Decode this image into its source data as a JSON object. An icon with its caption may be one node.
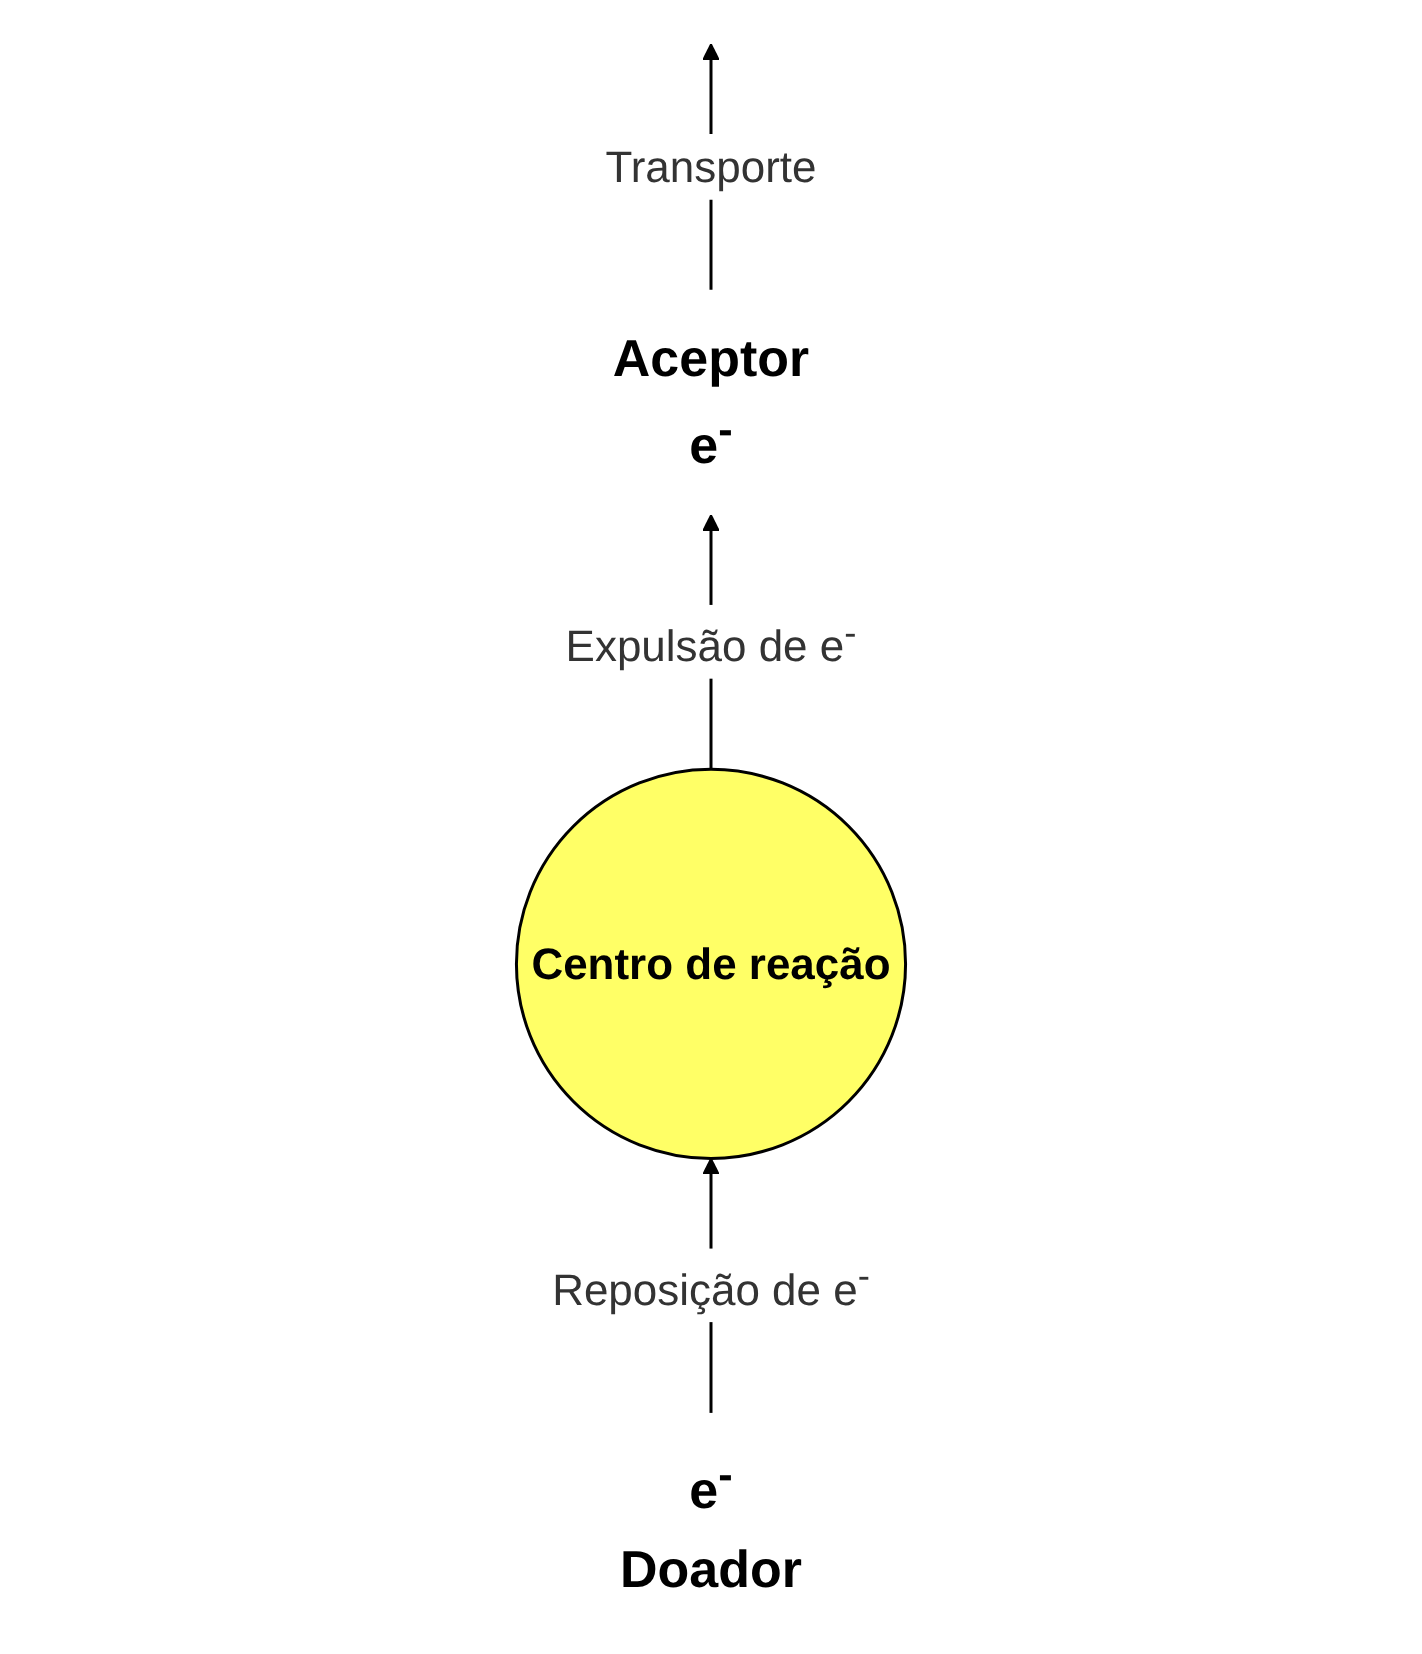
{
  "diagram": {
    "nodes": [
      {
        "text": [
          "Aceptor",
          "e$^{-}$"
        ]
      },
      {
        "text": [
          "Centro de reação"
        ]
      },
      {
        "text": [
          "e$^{-}$",
          "Doador"
        ]
      }
    ],
    "edges": [
      {
        "from": 1,
        "to": 0,
        "arrow": "to",
        "label": "Expulsão de e$^{-}$"
      },
      {
        "from": 2,
        "to": 1,
        "arrow": "to",
        "label": "Reposição de e$^{-}$"
      },
      {
        "from": 0,
        "to": null,
        "arrow": "to",
        "label": "Transporte"
      }
    ]
  }
}
